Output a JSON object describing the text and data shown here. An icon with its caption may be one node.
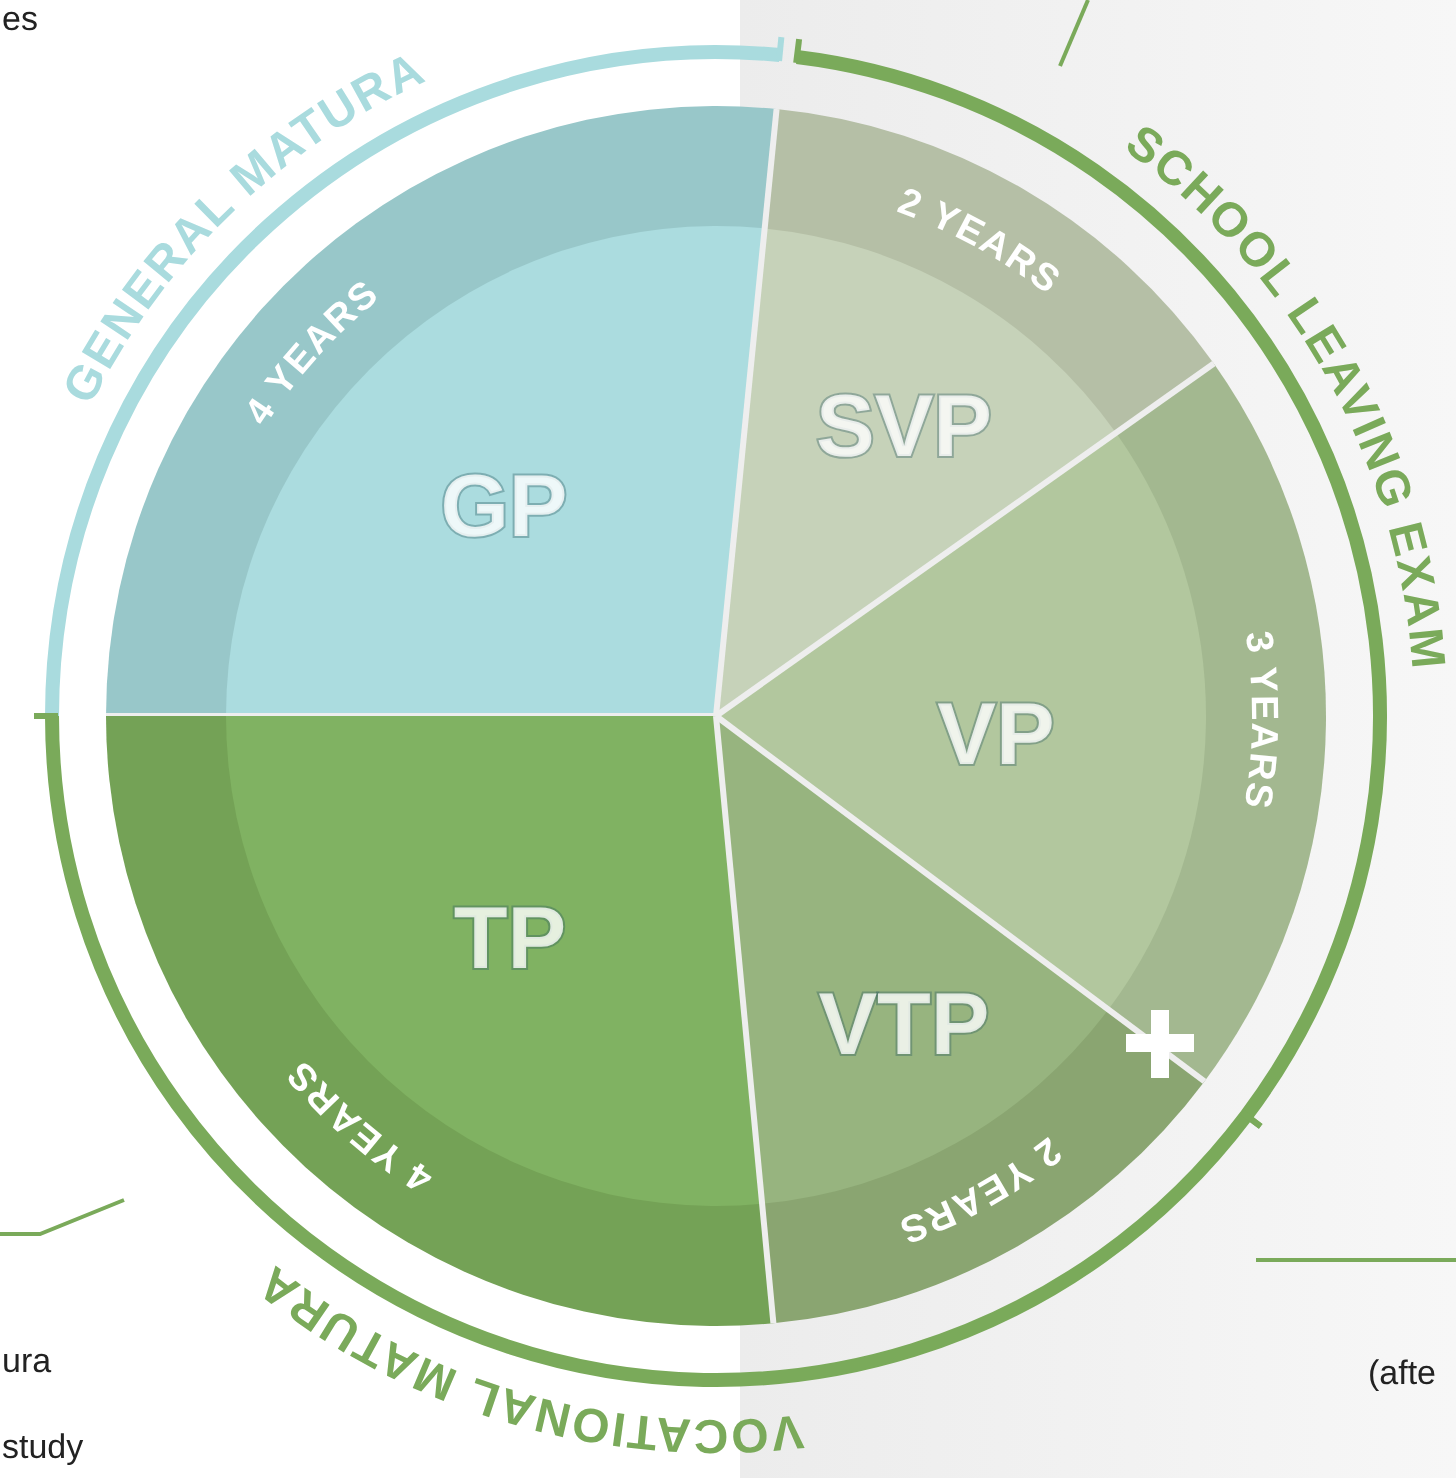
{
  "diagram": {
    "nodes": [
      {
        "text": [
          "4 YEARS",
          "GP"
        ]
      },
      {
        "text": [
          "2 YEARS",
          "SVP"
        ]
      },
      {
        "text": [
          "VP",
          "3 YEARS"
        ]
      },
      {
        "text": [
          "VTP",
          "2 YEARS"
        ]
      },
      {
        "text": [
          "TP",
          "4 YEARS"
        ]
      }
    ],
    "labels": [
      "es",
      "GENERAL MATURA",
      "SCHOOL LEAVING EXAM",
      "ura",
      "study",
      "VOCATIONAL MATURA",
      "(afte"
    ]
  }
}
